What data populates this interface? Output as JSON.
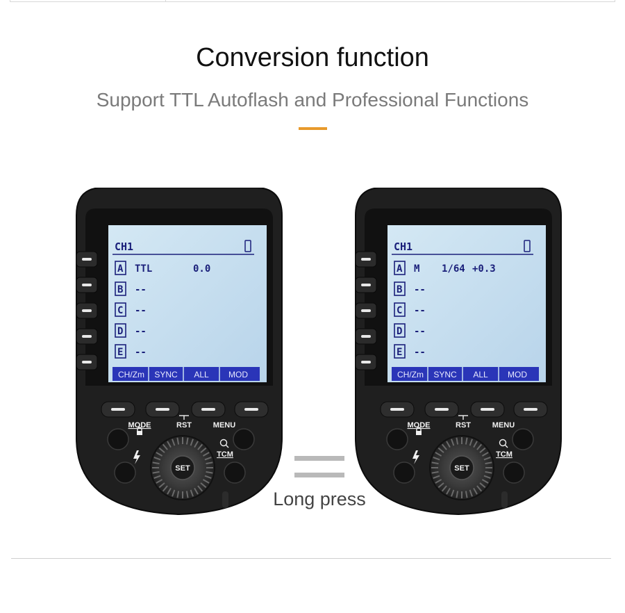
{
  "title": "Conversion function",
  "subtitle": "Support TTL Autoflash and Professional Functions",
  "colors": {
    "accent": "#e89a2c",
    "lcd_bg": "#c8e0f0",
    "softkey_bar": "#2a35b8",
    "body": "#1e1e1e"
  },
  "caption": "Long press",
  "devices": [
    {
      "channel": "CH1",
      "groups": [
        {
          "letter": "A",
          "mode": "TTL",
          "ratio": "",
          "value": "0.0"
        },
        {
          "letter": "B",
          "mode": "--",
          "ratio": "",
          "value": ""
        },
        {
          "letter": "C",
          "mode": "--",
          "ratio": "",
          "value": ""
        },
        {
          "letter": "D",
          "mode": "--",
          "ratio": "",
          "value": ""
        },
        {
          "letter": "E",
          "mode": "--",
          "ratio": "",
          "value": ""
        }
      ],
      "softkeys": [
        "CH/Zm",
        "SYNC",
        "ALL",
        "MOD"
      ],
      "labels": {
        "mode": "MODE",
        "rst": "RST",
        "menu": "MENU",
        "tcm": "TCM",
        "set": "SET"
      }
    },
    {
      "channel": "CH1",
      "groups": [
        {
          "letter": "A",
          "mode": "M",
          "ratio": "1/64",
          "value": "+0.3"
        },
        {
          "letter": "B",
          "mode": "--",
          "ratio": "",
          "value": ""
        },
        {
          "letter": "C",
          "mode": "--",
          "ratio": "",
          "value": ""
        },
        {
          "letter": "D",
          "mode": "--",
          "ratio": "",
          "value": ""
        },
        {
          "letter": "E",
          "mode": "--",
          "ratio": "",
          "value": ""
        }
      ],
      "softkeys": [
        "CH/Zm",
        "SYNC",
        "ALL",
        "MOD"
      ],
      "labels": {
        "mode": "MODE",
        "rst": "RST",
        "menu": "MENU",
        "tcm": "TCM",
        "set": "SET"
      }
    }
  ]
}
